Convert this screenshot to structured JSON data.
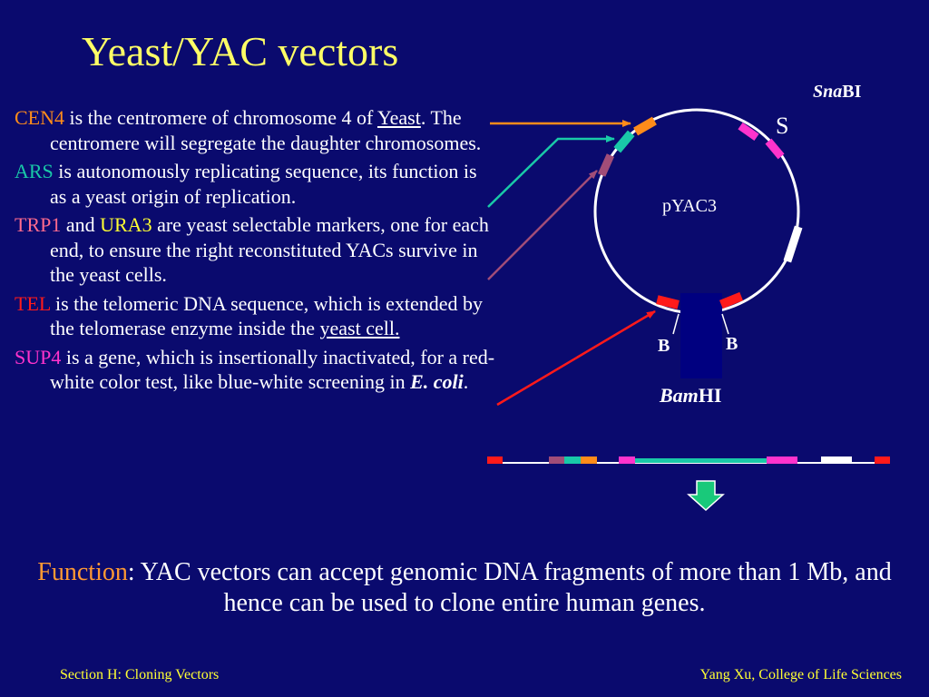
{
  "title": "Yeast/YAC vectors",
  "colors": {
    "background": "#0a0a6e",
    "title": "#ffff66",
    "cen4": "#ff8c1a",
    "ars": "#19c9a8",
    "trp1": "#ff6b8e",
    "ura3": "#ffff33",
    "tel": "#ff1a1a",
    "sup4": "#ff33cc",
    "function": "#ff9933",
    "footer": "#ffff33"
  },
  "notes": [
    {
      "key": "CEN4",
      "text1": " is the centromere of chromosome 4 of ",
      "underlined": "Yeast",
      "text2": ". The centromere will segregate the daughter chromosomes."
    },
    {
      "key": "ARS",
      "text": " is autonomously replicating sequence, its function is as a yeast origin of replication."
    },
    {
      "key1": "TRP1",
      "and": " and ",
      "key2": "URA3",
      "text": " are yeast selectable markers, one for each end, to ensure the right reconstituted YACs survive in the yeast cells."
    },
    {
      "key": "TEL",
      "text1": " is the telomeric DNA sequence, which is extended by the telomerase enzyme inside the ",
      "underlined": "yeast cell."
    },
    {
      "key": "SUP4",
      "text1": " is a gene, which is insertionally inactivated, for a red-white color test, like blue-white screening in ",
      "bold_italic": "E. coli",
      "text2": "."
    }
  ],
  "diagram": {
    "plasmid_label": "pYAC3",
    "sna_italic": "Sna",
    "sna_rest": "BI",
    "s_label": "S",
    "b_left": "B",
    "b_right": "B",
    "bam_italic": "Bam",
    "bam_rest": "HI"
  },
  "function": {
    "label": "Function",
    "text": ": YAC vectors can accept genomic DNA fragments of more than 1 Mb, and hence can be used to clone entire human genes."
  },
  "footer": {
    "left": "Section H: Cloning Vectors",
    "right": "Yang Xu, College of Life Sciences"
  }
}
